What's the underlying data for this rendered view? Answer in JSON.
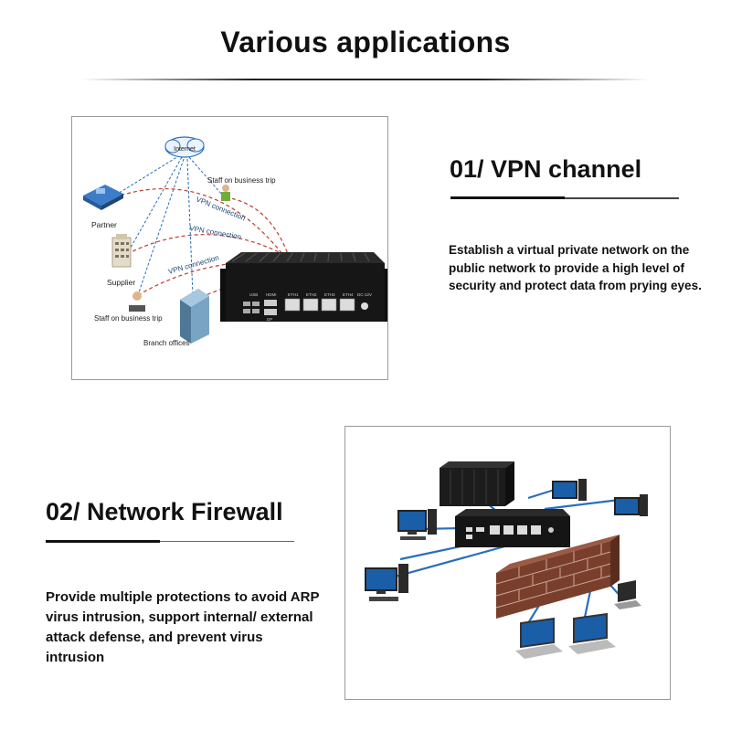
{
  "header": {
    "title": "Various applications"
  },
  "sections": [
    {
      "title": "01/ VPN channel",
      "description": "Establish a virtual private network on the public network to provide a high level of security and protect data from prying eyes."
    },
    {
      "title": "02/ Network Firewall",
      "description": "Provide multiple protections to avoid ARP virus intrusion, support internal/ external attack defense, and prevent virus intrusion"
    }
  ],
  "vpn_diagram": {
    "internet": "Internet",
    "partner": "Partner",
    "supplier": "Supplier",
    "staff_left": "Staff on business trip",
    "staff_right": "Staff on business trip",
    "branch": "Branch offices",
    "vpn1": "VPN connection",
    "vpn2": "VPN connection",
    "vpn3": "VPN connection",
    "port_usb": "USB",
    "port_hdmi": "HDMI",
    "port_dp": "DP",
    "port_eth1": "ETH1",
    "port_eth2": "ETH2",
    "port_eth3": "ETH3",
    "port_eth4": "ETH4",
    "port_dc": "DC-12V"
  },
  "colors": {
    "text": "#111111",
    "vpn_line": "#c0392b",
    "lan_line": "#2a6ebd",
    "firewall_brick": "#6e3a2a"
  }
}
